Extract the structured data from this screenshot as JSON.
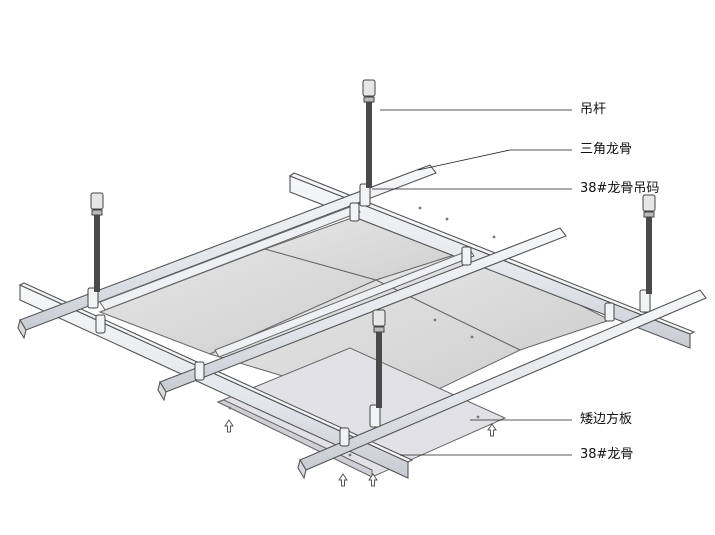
{
  "labels": {
    "rod": "吊杆",
    "triangle_keel": "三角龙骨",
    "keel_hanger": "38#龙骨吊码",
    "panel": "矮边方板",
    "keel_38": "38#龙骨"
  },
  "colors": {
    "line": "#555555",
    "rod": "#444444",
    "rail": "#eceef2",
    "panel": "#dcdcdc",
    "leader": "#222222"
  }
}
